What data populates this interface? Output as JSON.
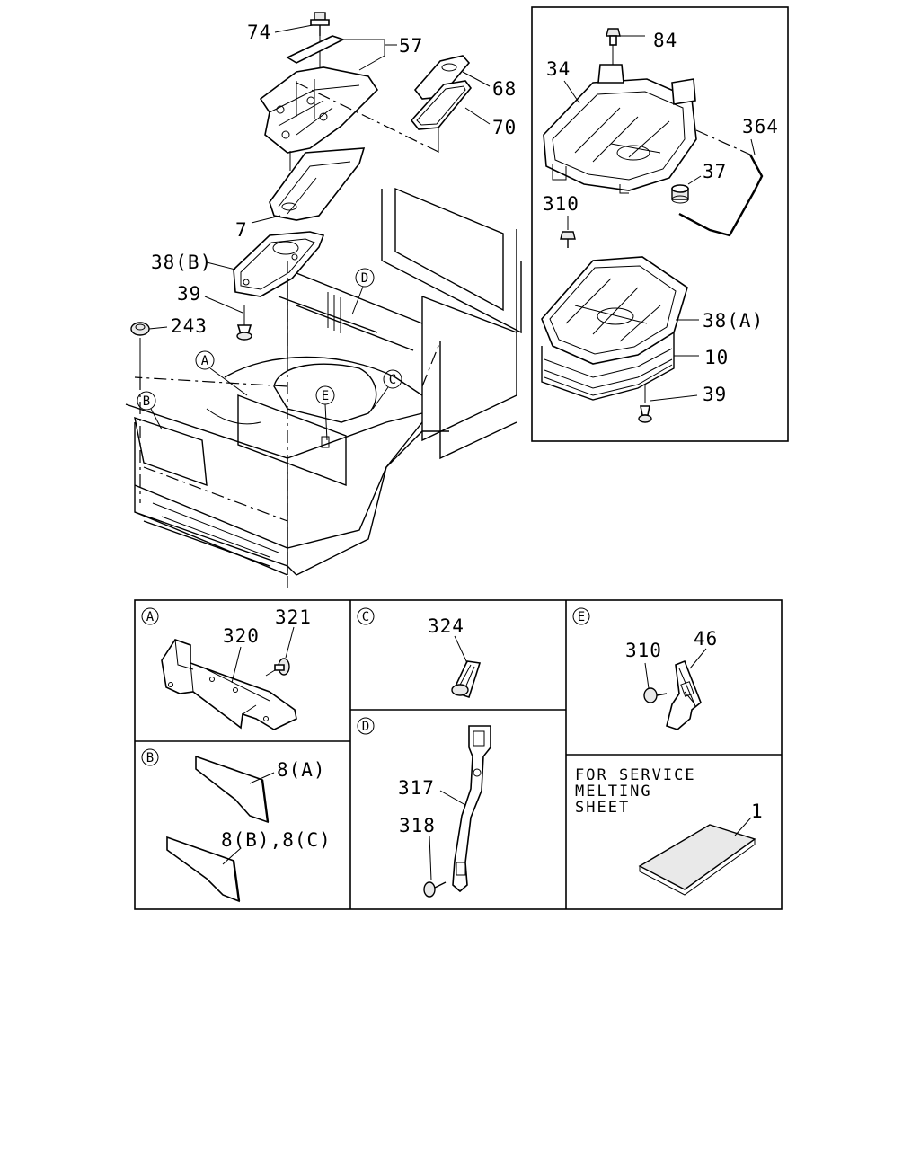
{
  "main_callouts": {
    "c74": "74",
    "c57": "57",
    "c68": "68",
    "c70": "70",
    "c7": "7",
    "c38b": "38(B)",
    "c39": "39",
    "c243": "243"
  },
  "inset_callouts": {
    "c84": "84",
    "c34": "34",
    "c364": "364",
    "c37": "37",
    "c310": "310",
    "c38a": "38(A)",
    "c10": "10",
    "c39": "39"
  },
  "view_markers": {
    "a": "A",
    "b": "B",
    "c": "C",
    "d": "D",
    "e": "E"
  },
  "detail_a": {
    "marker": "A",
    "c320": "320",
    "c321": "321"
  },
  "detail_b": {
    "marker": "B",
    "c8a": "8(A)",
    "c8bc": "8(B),8(C)"
  },
  "detail_c": {
    "marker": "C",
    "c324": "324"
  },
  "detail_d": {
    "marker": "D",
    "c317": "317",
    "c318": "318"
  },
  "detail_e": {
    "marker": "E",
    "c310": "310",
    "c46": "46"
  },
  "detail_service": {
    "note_line1": "FOR SERVICE",
    "note_line2": "MELTING",
    "note_line3": "SHEET",
    "c1": "1"
  }
}
